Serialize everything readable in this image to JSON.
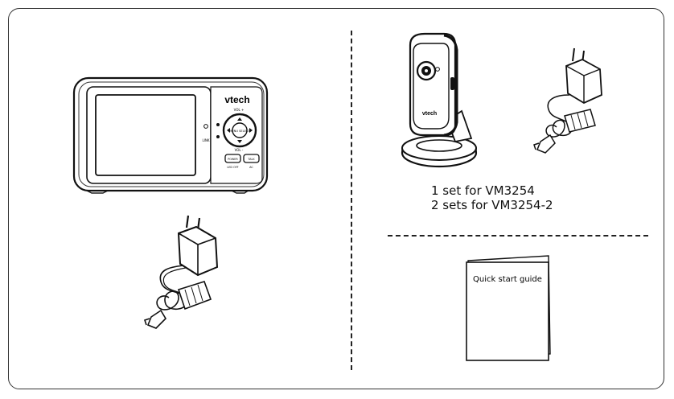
{
  "monitor": {
    "brand": "vtech",
    "vol_plus": "VOL +",
    "vol_minus": "VOL -",
    "menu_select": "MENU SELECT",
    "power_label": "POWER",
    "talk_label": "TALK",
    "led_label": "LED OFF",
    "ac_label": "AC",
    "sound_icon": "sound-led-icon",
    "link_label": "LINK"
  },
  "camera": {
    "brand": "vtech"
  },
  "caption": {
    "line1": "1 set for VM3254",
    "line2": "2 sets for VM3254-2"
  },
  "guide": {
    "title": "Quick start guide"
  }
}
